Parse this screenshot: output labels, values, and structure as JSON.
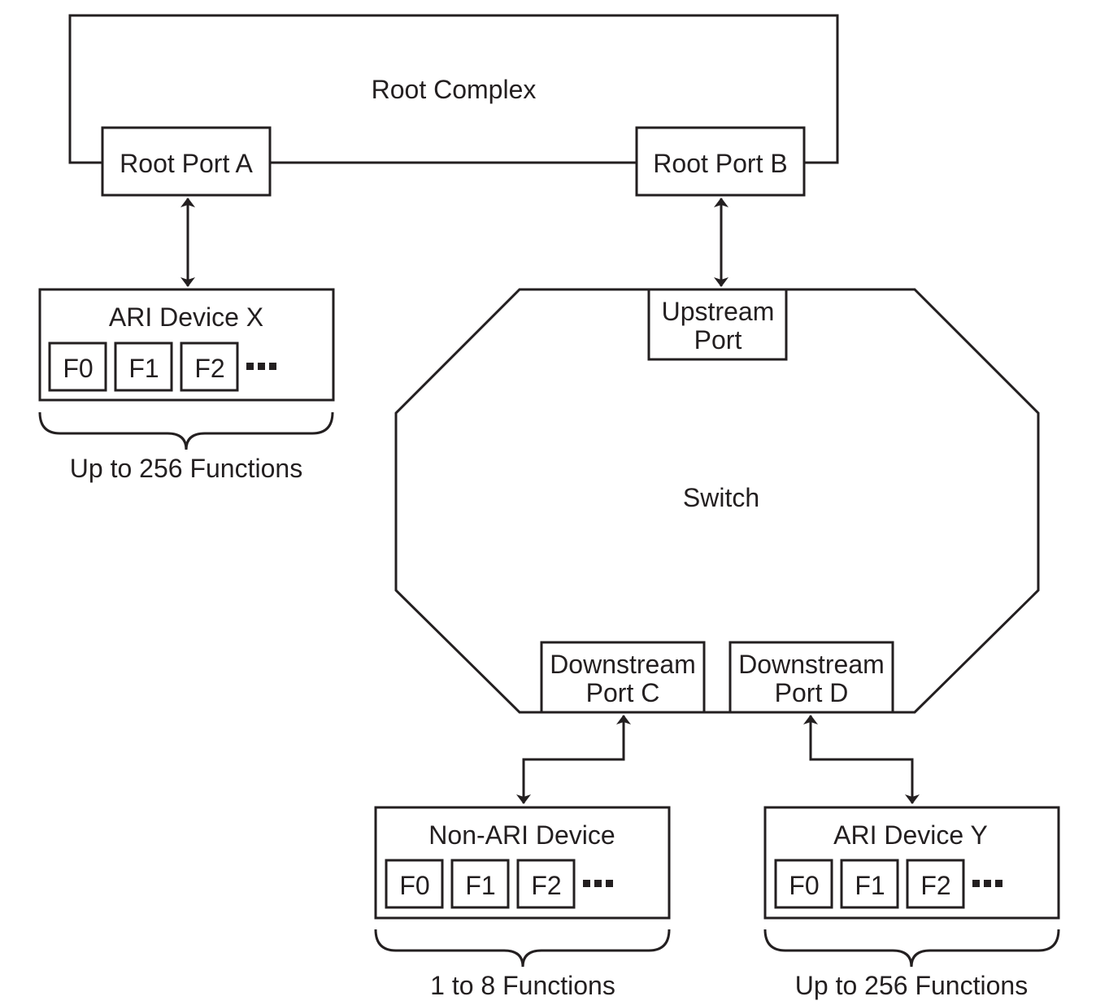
{
  "root_complex": {
    "label": "Root Complex",
    "ports": [
      {
        "label": "Root Port A"
      },
      {
        "label": "Root Port B"
      }
    ]
  },
  "ari_device_x": {
    "label": "ARI Device X",
    "functions": [
      "F0",
      "F1",
      "F2"
    ],
    "ellipsis": "▪▪▪",
    "brace_label": "Up to 256 Functions"
  },
  "switch": {
    "label": "Switch",
    "upstream_port": {
      "line1": "Upstream",
      "line2": "Port"
    },
    "downstream_port_c": {
      "line1": "Downstream",
      "line2": "Port C"
    },
    "downstream_port_d": {
      "line1": "Downstream",
      "line2": "Port D"
    }
  },
  "non_ari_device": {
    "label": "Non-ARI Device",
    "functions": [
      "F0",
      "F1",
      "F2"
    ],
    "ellipsis": "▪▪▪",
    "brace_label": "1 to 8 Functions"
  },
  "ari_device_y": {
    "label": "ARI Device Y",
    "functions": [
      "F0",
      "F1",
      "F2"
    ],
    "ellipsis": "▪▪▪",
    "brace_label": "Up to 256 Functions"
  }
}
